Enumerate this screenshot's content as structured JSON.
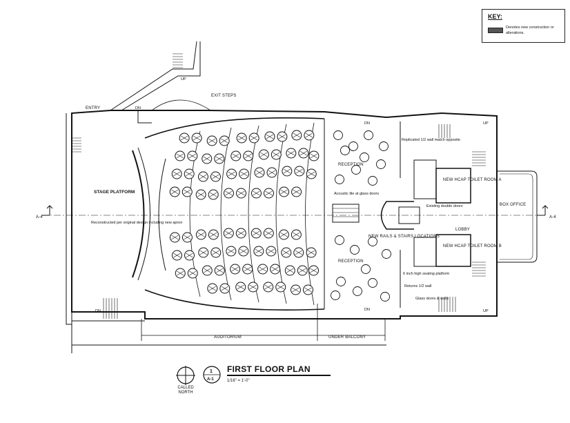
{
  "key": {
    "title": "KEY:",
    "description": "Denotes new construction or alterations."
  },
  "drawing": {
    "title": "FIRST FLOOR PLAN",
    "scale": "1/16\" = 1'-0\"",
    "sheet_number": "1",
    "sheet_ref": "A-1",
    "north_label": "CALLED NORTH"
  },
  "section_marks": {
    "left": "A-4",
    "right": "A-4"
  },
  "rooms": {
    "entry": "ENTRY",
    "stage": "STAGE PLATFORM",
    "reception_top": "RECEPTION",
    "reception_bottom": "RECEPTION",
    "new_rails": "NEW RAILS & STAIRS LOCATIONS",
    "toilet_a": "NEW HCAP TOILET ROOM A",
    "toilet_b": "NEW HCAP TOILET ROOM B",
    "lobby": "LOBBY",
    "box_office": "BOX OFFICE",
    "exit_steps": "EXIT STEPS"
  },
  "notes": {
    "stage_note": "Reconstructed per original design including new apron",
    "replicated_wall": "Replicated 1/2 wall match opposite",
    "acoustic": "Acoustic tile at glass doors",
    "platform": "6 inch high seating platform",
    "return_wall": "Returns 1/2 wall",
    "glass_doors": "Glass doors & walls",
    "existing_doors": "Existing double doors"
  },
  "dimensions": {
    "auditorium": "AUDITORIUM",
    "under_balcony": "UNDER BALCONY"
  },
  "markers": {
    "down": "DN",
    "up": "UP"
  }
}
